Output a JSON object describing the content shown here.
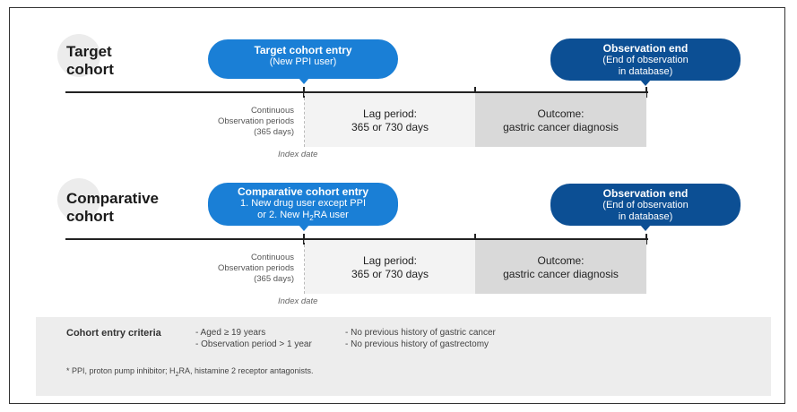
{
  "target": {
    "title_line1": "Target",
    "title_line2": "cohort",
    "entry_title": "Target cohort entry",
    "entry_sub": "(New PPI user)",
    "end_title": "Observation end",
    "end_sub1": "(End of observation",
    "end_sub2": "in database)",
    "cont_line1": "Continuous",
    "cont_line2": "Observation periods",
    "cont_line3": "(365 days)",
    "lag_line1": "Lag period:",
    "lag_line2": "365 or 730 days",
    "out_line1": "Outcome:",
    "out_line2": "gastric cancer diagnosis",
    "index_label": "Index date"
  },
  "comparative": {
    "title_line1": "Comparative",
    "title_line2": "cohort",
    "entry_title": "Comparative cohort entry",
    "entry_sub1": "1. New drug user except PPI",
    "entry_sub2_pre": "or 2. New H",
    "entry_sub2_sub": "2",
    "entry_sub2_post": "RA user",
    "end_title": "Observation end",
    "end_sub1": "(End of observation",
    "end_sub2": "in database)",
    "cont_line1": "Continuous",
    "cont_line2": "Observation periods",
    "cont_line3": "(365 days)",
    "lag_line1": "Lag period:",
    "lag_line2": "365 or 730 days",
    "out_line1": "Outcome:",
    "out_line2": "gastric cancer diagnosis",
    "index_label": "Index date"
  },
  "criteria": {
    "label": "Cohort entry criteria",
    "items": [
      "- Aged ≥ 19 years",
      "- Observation period > 1 year",
      "- No previous history of gastric cancer",
      "- No previous history of gastrectomy"
    ]
  },
  "footnote": {
    "pre": "* PPI, proton pump inhibitor; H",
    "sub": "2",
    "post": "RA, histamine 2 receptor antagonists."
  },
  "colors": {
    "entry_bubble": "#1a7fd6",
    "end_bubble": "#0c4f94",
    "lag_fill": "#f3f3f3",
    "outcome_fill": "#d9d9d9"
  }
}
